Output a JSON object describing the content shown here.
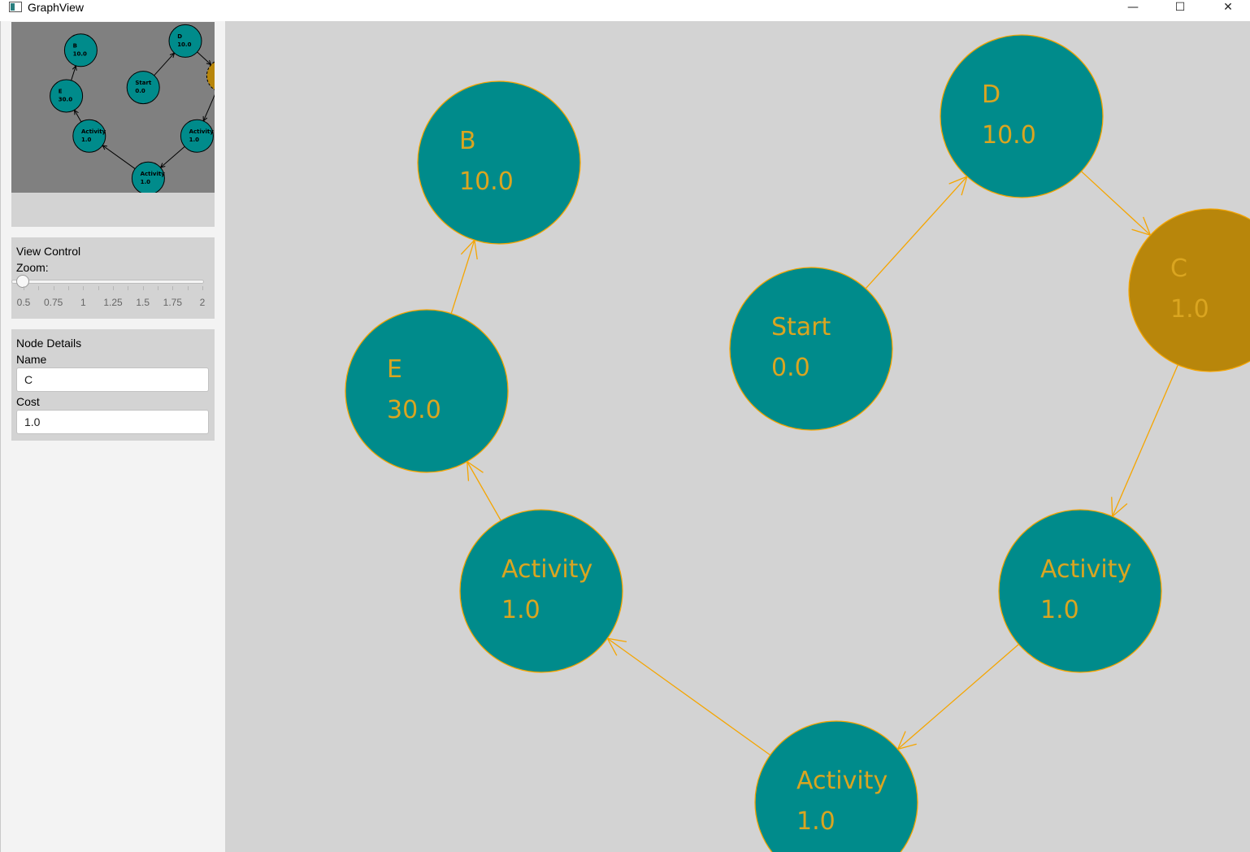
{
  "window": {
    "title": "GraphView",
    "minimize_glyph": "—",
    "maximize_glyph": "☐",
    "close_glyph": "✕"
  },
  "colors": {
    "node_fill": "#008b8b",
    "selected_fill": "#b8860b",
    "edge": "#f5a500",
    "label": "#daa520"
  },
  "view_control": {
    "title": "View Control",
    "zoom_label": "Zoom:",
    "zoom_value": 0.5,
    "tick_labels": [
      "0.5",
      "0.75",
      "1",
      "1.25",
      "1.5",
      "1.75",
      "2"
    ]
  },
  "node_details": {
    "title": "Node Details",
    "name_label": "Name",
    "name_value": "C",
    "cost_label": "Cost",
    "cost_value": "1.0"
  },
  "graph": {
    "nodes": [
      {
        "name": "B",
        "cost": "10.0",
        "selected": false
      },
      {
        "name": "E",
        "cost": "30.0",
        "selected": false
      },
      {
        "name": "Start",
        "cost": "0.0",
        "selected": false
      },
      {
        "name": "D",
        "cost": "10.0",
        "selected": false
      },
      {
        "name": "C",
        "cost": "1.0",
        "selected": true
      },
      {
        "name": "Activity",
        "cost": "1.0",
        "selected": false
      },
      {
        "name": "Activity",
        "cost": "1.0",
        "selected": false
      },
      {
        "name": "Activity",
        "cost": "1.0",
        "selected": false
      }
    ],
    "edges": [
      {
        "from": 2,
        "to": 3
      },
      {
        "from": 3,
        "to": 4
      },
      {
        "from": 4,
        "to": 6
      },
      {
        "from": 6,
        "to": 7
      },
      {
        "from": 7,
        "to": 5
      },
      {
        "from": 5,
        "to": 1
      },
      {
        "from": 1,
        "to": 0
      }
    ]
  }
}
